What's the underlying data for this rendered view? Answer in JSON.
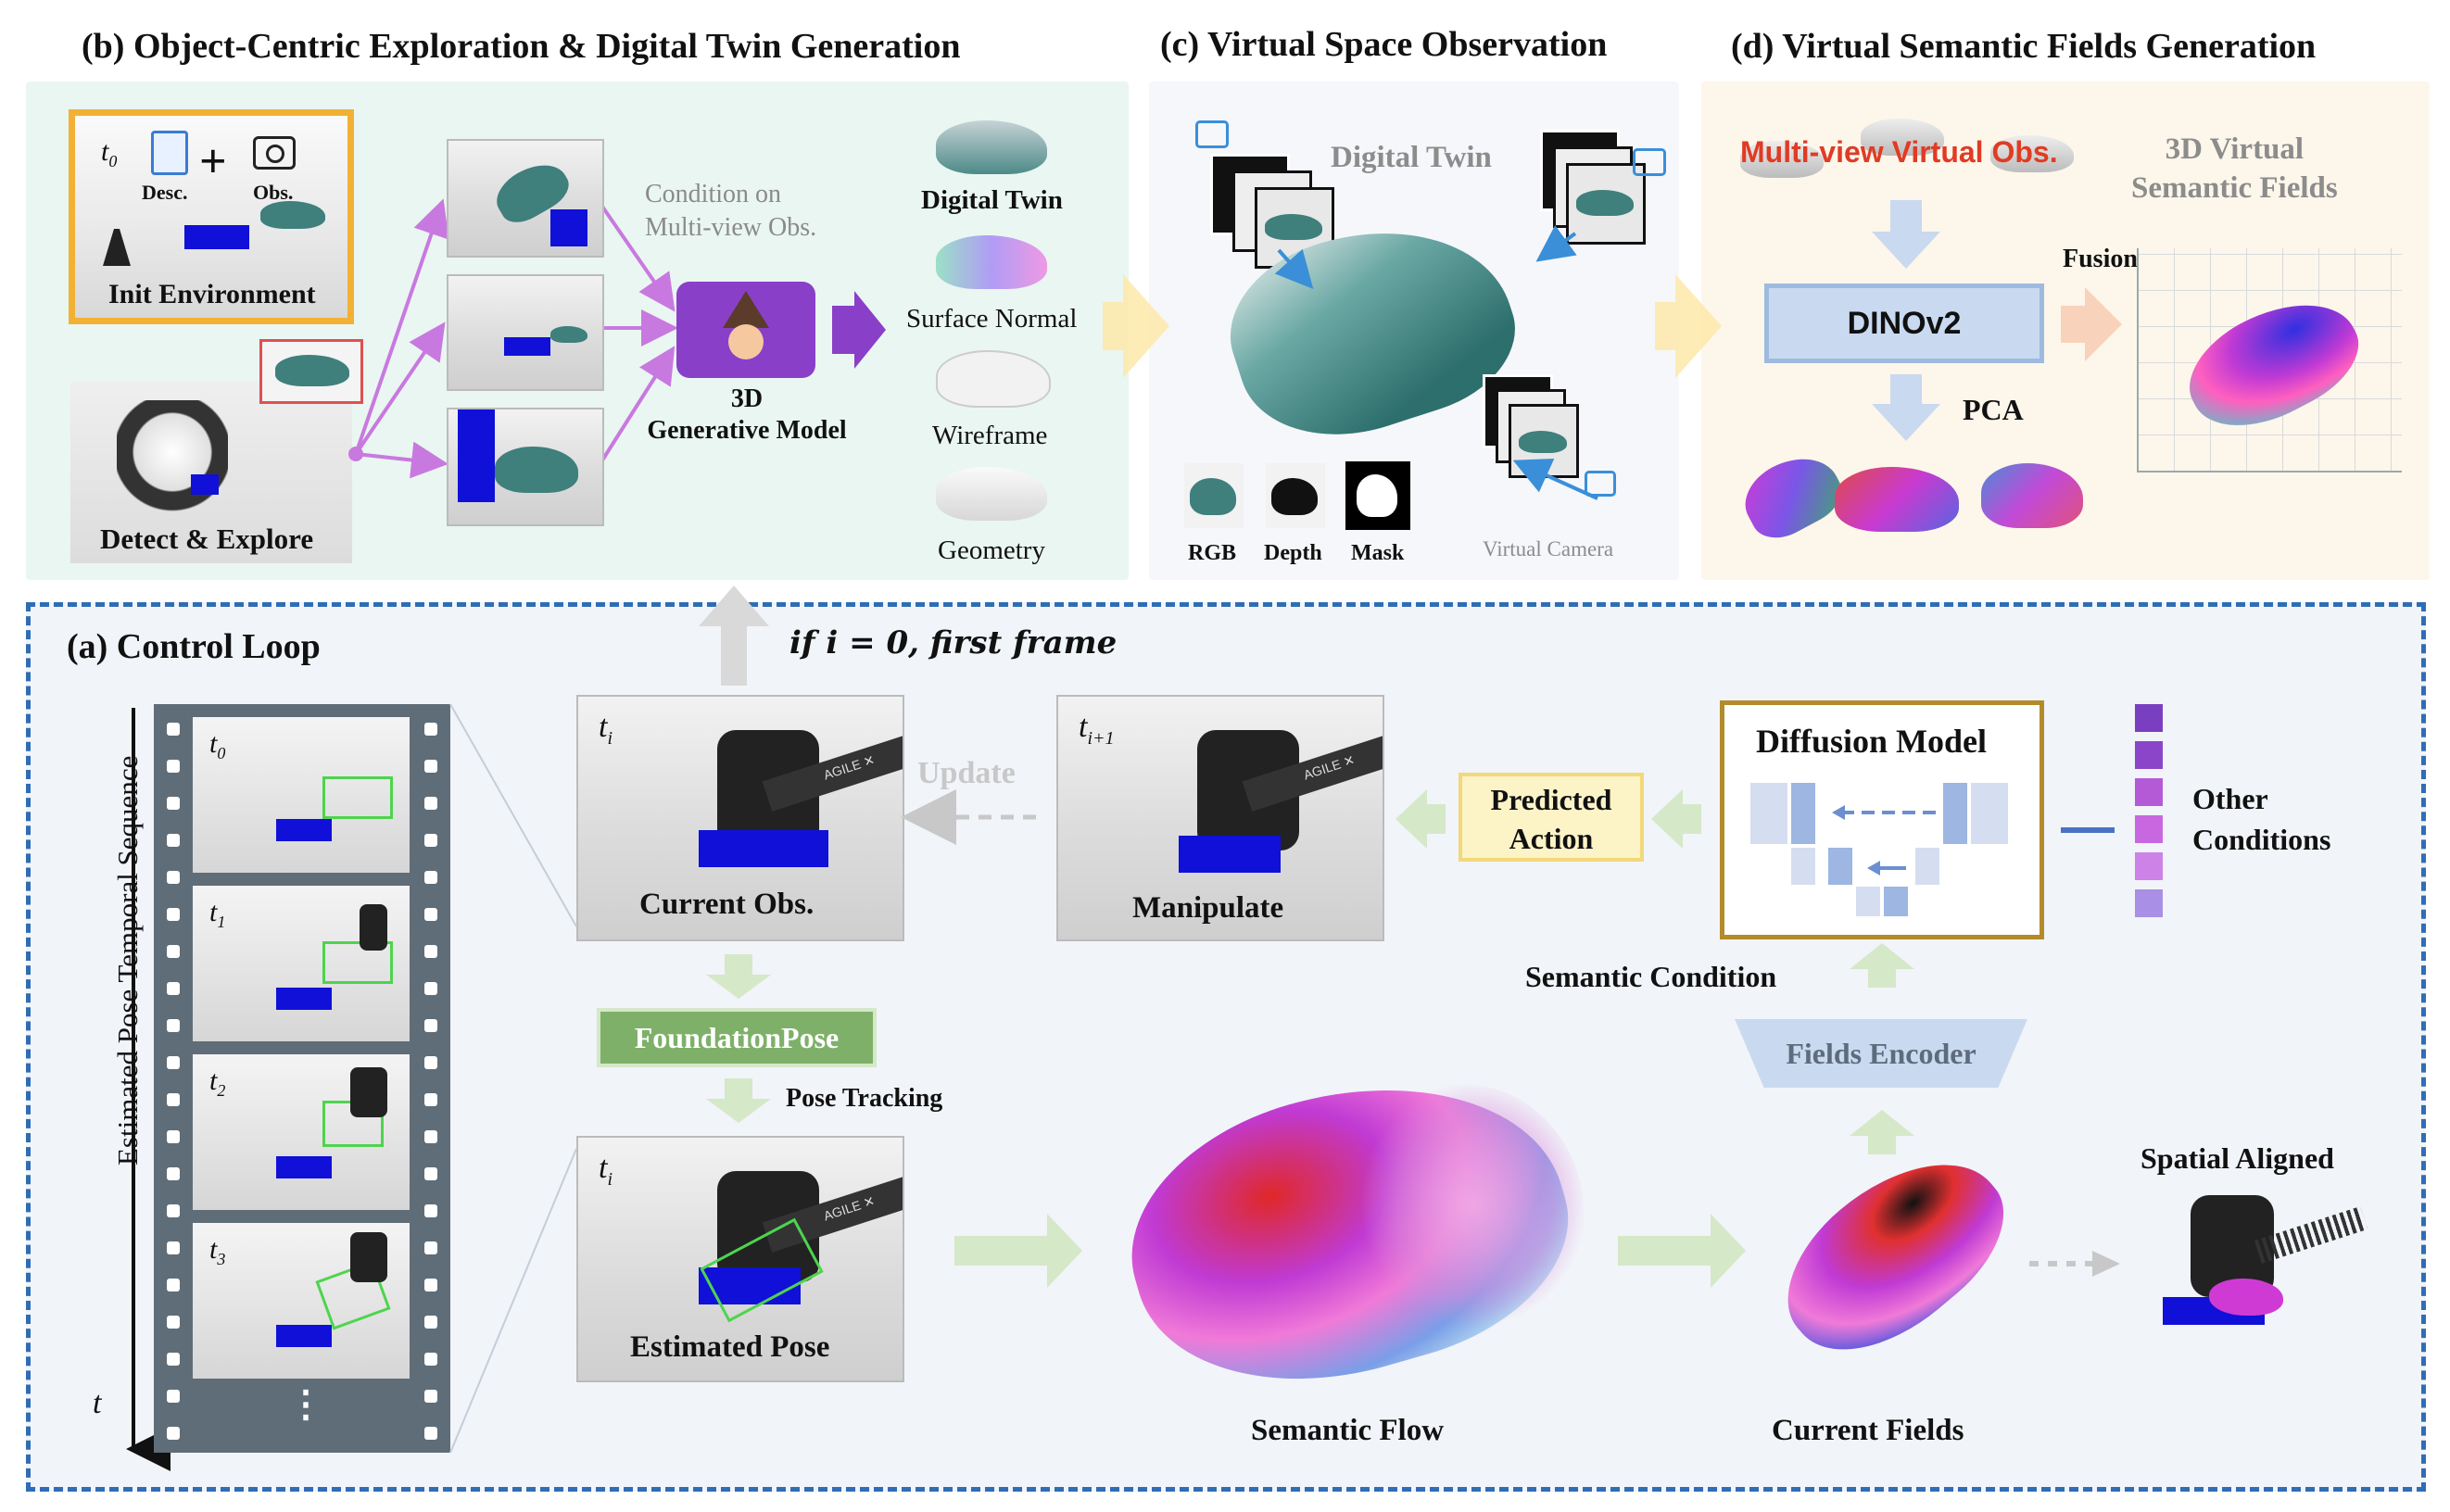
{
  "panels": {
    "b_title": "(b) Object-Centric Exploration & Digital Twin Generation",
    "c_title": "(c) Virtual Space Observation",
    "d_title": "(d) Virtual Semantic Fields Generation",
    "a_title": "(a) Control Loop"
  },
  "b": {
    "t0": "t",
    "t0_sub": "0",
    "desc": "Desc.",
    "obs": "Obs.",
    "plus": "+",
    "init_env": "Init Environment",
    "detect_explore": "Detect & Explore",
    "condition_line1": "Condition on",
    "condition_line2": "Multi-view Obs.",
    "gen_line1": "3D",
    "gen_line2": "Generative Model",
    "outputs": [
      "Digital Twin",
      "Surface Normal",
      "Wireframe",
      "Geometry"
    ]
  },
  "c": {
    "digital_twin": "Digital Twin",
    "rgb": "RGB",
    "depth": "Depth",
    "mask": "Mask",
    "virtual_camera": "Virtual Camera"
  },
  "d": {
    "multiview": "Multi-view Virtual Obs.",
    "sf_line1": "3D Virtual",
    "sf_line2": "Semantic Fields",
    "dinov2": "DINOv2",
    "fusion": "Fusion",
    "pca": "PCA"
  },
  "a": {
    "condition_text": "if i = 0, first frame",
    "update": "Update",
    "current_obs": "Current Obs.",
    "manipulate": "Manipulate",
    "predicted_action_1": "Predicted",
    "predicted_action_2": "Action",
    "diffusion_model": "Diffusion Model",
    "other_conditions_1": "Other",
    "other_conditions_2": "Conditions",
    "semantic_condition": "Semantic Condition",
    "fields_encoder": "Fields Encoder",
    "foundation_pose": "FoundationPose",
    "pose_tracking": "Pose Tracking",
    "estimated_pose": "Estimated Pose",
    "semantic_flow": "Semantic Flow",
    "current_fields": "Current Fields",
    "spatial_aligned": "Spatial Aligned",
    "sequence_label": "Estimated Pose Temporal Sequence",
    "t_axis": "t",
    "frame_labels": [
      "t",
      "t",
      "t",
      "t"
    ],
    "frame_subs": [
      "0",
      "1",
      "2",
      "3"
    ],
    "ti": "t",
    "ti_sub": "i",
    "ti1_sub": "i+1",
    "ellipsis": "⋮",
    "brand": "AGILE ✕"
  },
  "colors": {
    "panel_b_bg": "#eaf6f1",
    "panel_c_bg": "#f5f7fa",
    "panel_d_bg": "#fdf6ea",
    "loop_bg": "#f1f4f9",
    "dashed_border": "#2f6db5",
    "orange_border": "#f2b134",
    "purple_arrow": "#c879e0",
    "green_box": "#7fb069",
    "diffusion_border": "#b38b2b",
    "red_text": "#e03b24"
  }
}
